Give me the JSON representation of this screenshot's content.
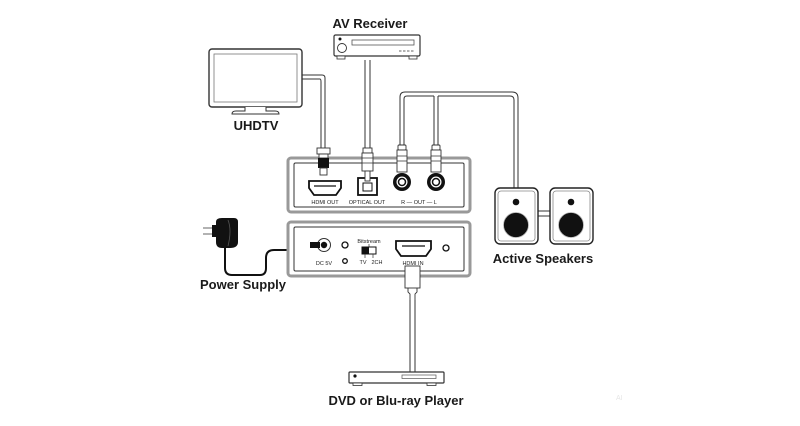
{
  "labels": {
    "av_receiver": "AV Receiver",
    "uhdtv": "UHDTV",
    "active_speakers": "Active Speakers",
    "power_supply": "Power Supply",
    "player": "DVD or Blu-ray Player"
  },
  "top_panel": {
    "hdmi_out": "HDMI OUT",
    "optical_out": "OPTICAL OUT",
    "rca_out": "R — OUT — L"
  },
  "bottom_panel": {
    "dc": "DC 5V",
    "bitstream": "Bitstream",
    "tv": "TV",
    "ch2": "2CH",
    "hdmi_in": "HDMI IN"
  },
  "watermark": "AI"
}
